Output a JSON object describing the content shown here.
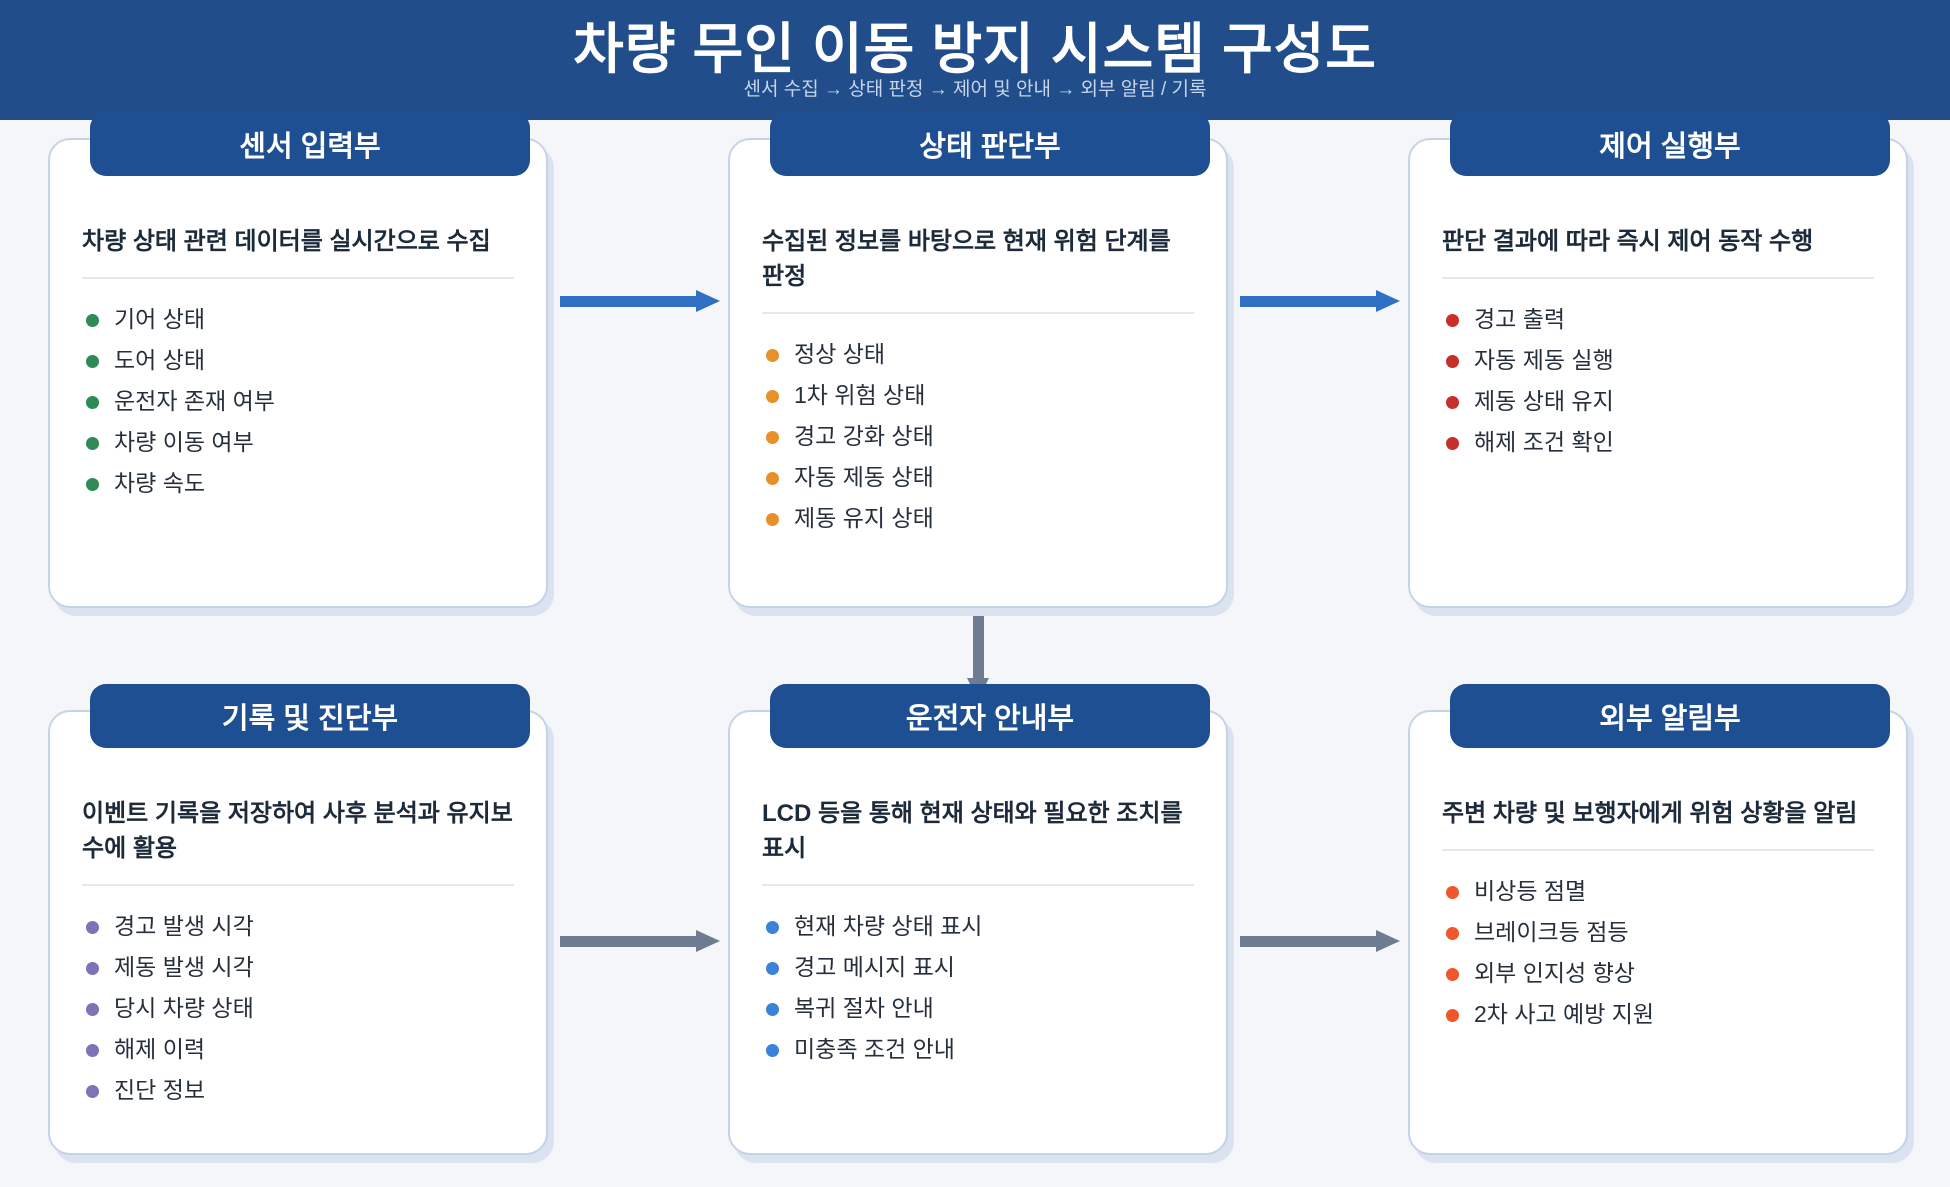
{
  "header": {
    "title": "차량 무인 이동 방지 시스템 구성도",
    "subtitle": "센서 수집 → 상태 판정 → 제어 및 안내 → 외부 알림 / 기록",
    "band_color": "#214d8b"
  },
  "palette": {
    "page_background": "#f4f6fa",
    "card_background": "#ffffff",
    "card_border": "#c5d3e8",
    "card_shadow": "#dbe3f0",
    "card_header_background": "#1e4f92",
    "arrow_blue": "#2f6fc4",
    "arrow_gray": "#6d7c91"
  },
  "cards": [
    {
      "id": "sensor-input",
      "title": "센서 입력부",
      "summary": "차량 상태 관련 데이터를 실시간으로 수집",
      "bullet_color": "#2e8b57",
      "items": [
        "기어 상태",
        "도어 상태",
        "운전자 존재 여부",
        "차량 이동 여부",
        "차량 속도"
      ]
    },
    {
      "id": "state-judgement",
      "title": "상태 판단부",
      "summary": "수집된 정보를 바탕으로 현재 위험 단계를 판정",
      "bullet_color": "#e8902a",
      "items": [
        "정상 상태",
        "1차 위험 상태",
        "경고 강화 상태",
        "자동 제동 상태",
        "제동 유지 상태"
      ]
    },
    {
      "id": "control-execution",
      "title": "제어 실행부",
      "summary": "판단 결과에 따라 즉시 제어 동작 수행",
      "bullet_color": "#c62f2a",
      "items": [
        "경고 출력",
        "자동 제동 실행",
        "제동 상태 유지",
        "해제 조건 확인"
      ]
    },
    {
      "id": "log-diagnosis",
      "title": "기록 및 진단부",
      "summary": "이벤트 기록을 저장하여 사후 분석과 유지보수에 활용",
      "bullet_color": "#7d74b8",
      "items": [
        "경고 발생 시각",
        "제동 발생 시각",
        "당시 차량 상태",
        "해제 이력",
        "진단 정보"
      ]
    },
    {
      "id": "driver-guidance",
      "title": "운전자 안내부",
      "summary": "LCD 등을 통해 현재 상태와 필요한 조치를 표시",
      "bullet_color": "#3b82d9",
      "items": [
        "현재 차량 상태 표시",
        "경고 메시지 표시",
        "복귀 절차 안내",
        "미충족 조건 안내"
      ]
    },
    {
      "id": "external-alert",
      "title": "외부 알림부",
      "summary": "주변 차량 및 보행자에게 위험 상황을 알림",
      "bullet_color": "#f0562c",
      "items": [
        "비상등 점멸",
        "브레이크등 점등",
        "외부 인지성 향상",
        "2차 사고 예방 지원"
      ]
    }
  ],
  "arrows": [
    {
      "id": "sensor-to-state",
      "direction": "right",
      "color": "#2f6fc4"
    },
    {
      "id": "state-to-control",
      "direction": "right",
      "color": "#2f6fc4"
    },
    {
      "id": "state-to-driver",
      "direction": "down",
      "color": "#6d7c91"
    },
    {
      "id": "log-to-driver",
      "direction": "right",
      "color": "#6d7c91"
    },
    {
      "id": "driver-to-external",
      "direction": "right",
      "color": "#6d7c91"
    }
  ]
}
